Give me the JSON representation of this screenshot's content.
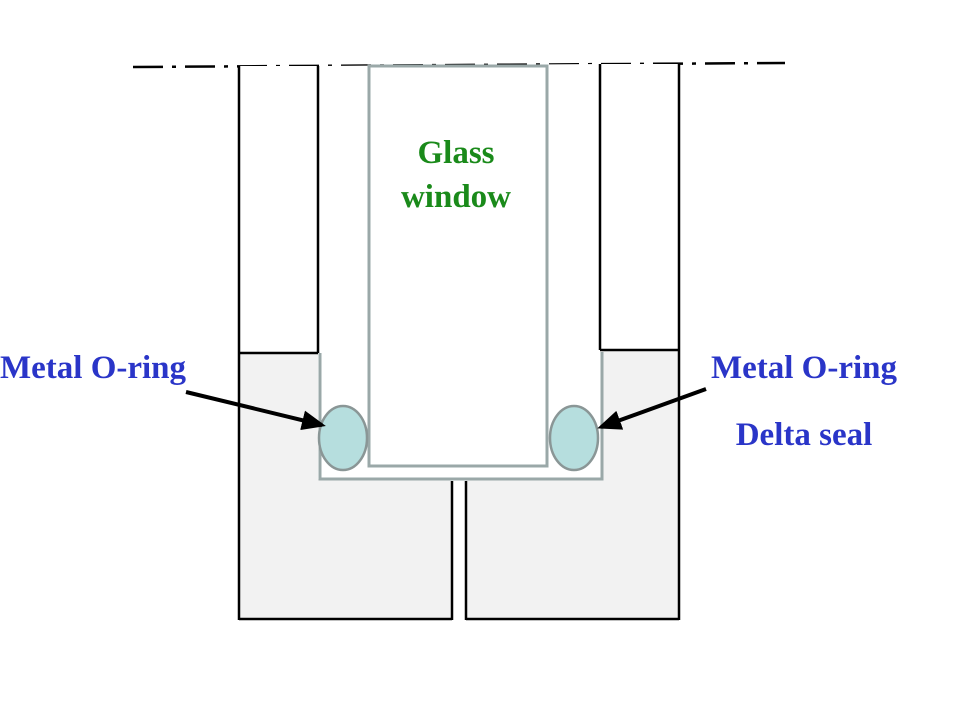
{
  "labels": {
    "glass_line1": "Glass",
    "glass_line2": "window",
    "left_oring": "Metal O-ring",
    "right_oring": "Metal O-ring",
    "right_seal": "Delta seal"
  },
  "colors": {
    "label_blue": "#2a35c8",
    "label_green": "#1a8a1a",
    "housing_fill": "#f2f2f2",
    "oring_fill": "#b6dede",
    "channel_stroke": "#9aa8a8",
    "outline": "#000000"
  }
}
